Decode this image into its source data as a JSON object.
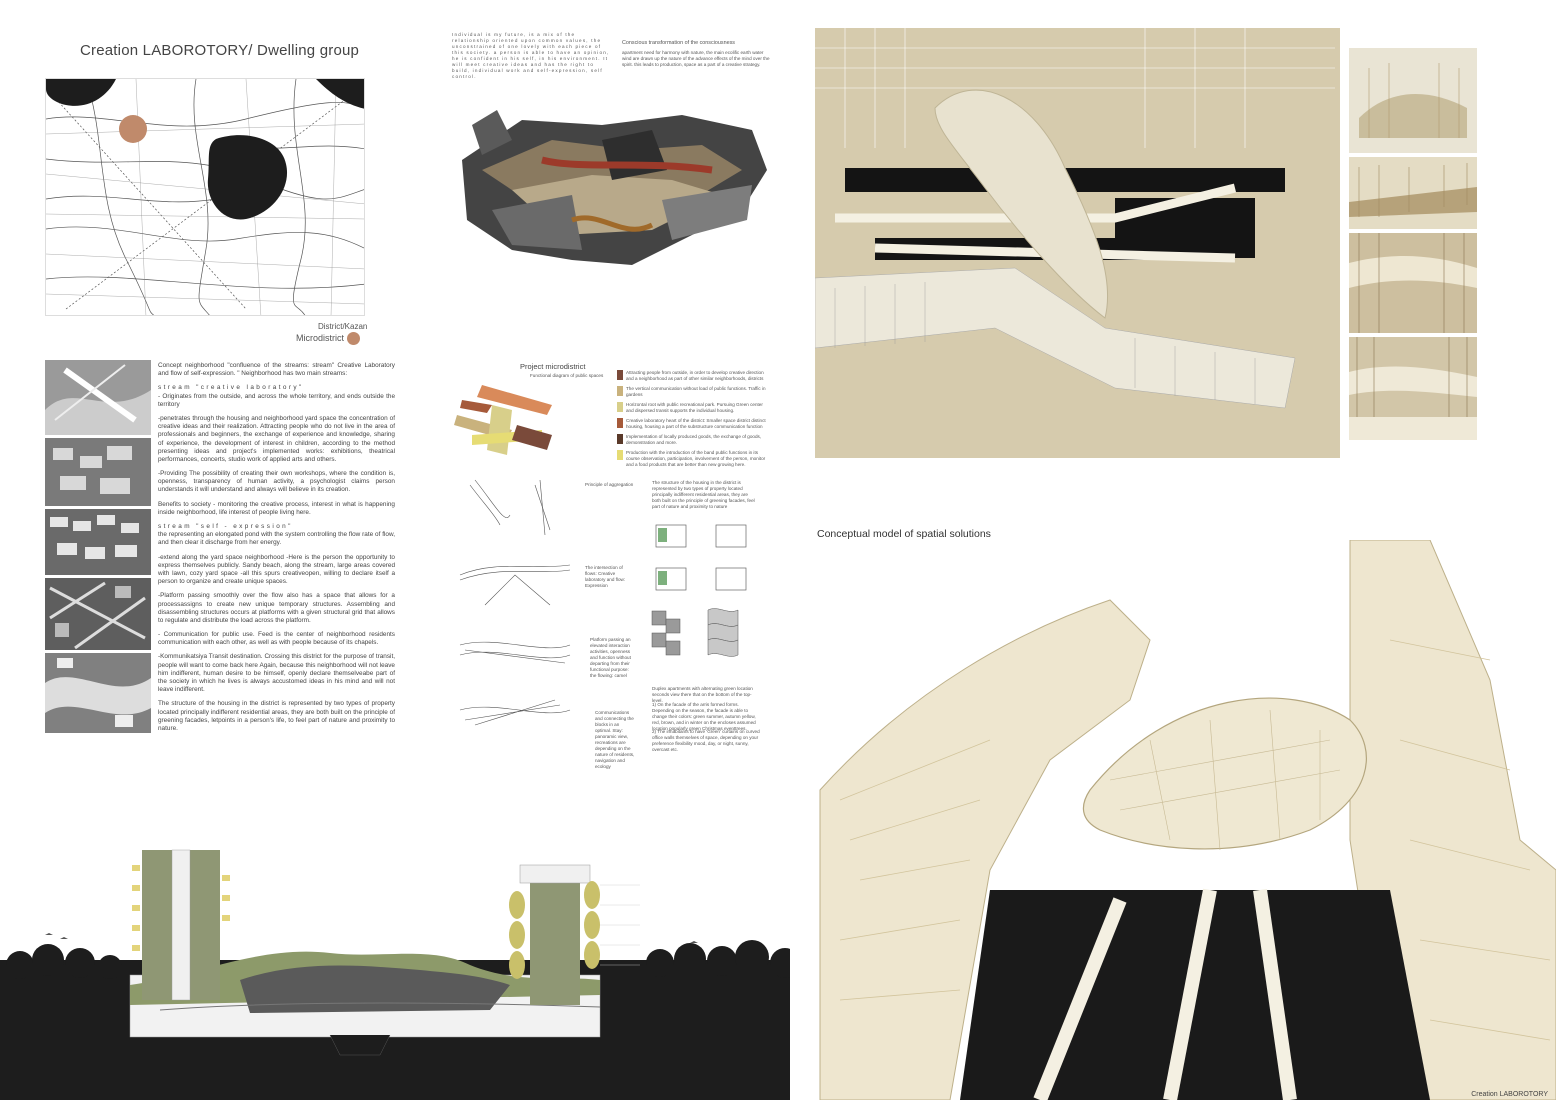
{
  "header": {
    "title": "Creation LABOROTORY/ Dwelling group"
  },
  "map": {
    "district_label": "District/Kazan",
    "microdistrict_label": "Microdistrict"
  },
  "concept_text": {
    "p1": "Concept neighborhood \"confluence of the streams: stream\" Creative Laboratory and flow of self-expression. \" Neighborhood has two main streams:",
    "stream1_title": "stream \"creative laboratory\"",
    "stream1_text": "- Originates from the outside, and across the whole territory, and ends outside the territory",
    "p2": "-penetrates through the housing and neighborhood yard space the concentration of creative ideas and their realization. Attracting people who do not live in the area of professionals and beginners, the exchange of experience and knowledge, sharing of experience, the development of interest in children, according to the method presenting ideas and project's implemented works: exhibitions, theatrical performances, concerts, studio work of applied arts and others.",
    "p3": "-Providing The possibility of creating their own workshops, where the condition is, openness, transparency of human activity, a psychologist claims person understands it will understand and always will believe in its creation.",
    "p4": "Benefits to society - monitoring the creative process, interest in what is happening inside neighborhood, life interest of people living here.",
    "stream2_title": "stream \"self - expression\"",
    "stream2_text": "the representing an elongated pond with the system controlling the flow rate of flow, and then clear it discharge from her energy.",
    "p5": "-extend along the yard space neighborhood -Here is the person the opportunity to express themselves publicly. Sandy beach, along the stream, large areas covered with lawn, cozy yard space -all this spurs creativeopen, willing to declare itself a person to organize and create unique spaces.",
    "p6": "-Platform passing smoothly over the flow also has a space that allows for a processassigns to create new unique temporary structures. Assembling and disassembling structures occurs at platforms with a given structural grid that allows to regulate and distribute the load across the platform.",
    "p7": "- Communication for public use. Feed is the center of neighborhood residents communication with each other, as well as with people because of its chapels.",
    "p8": "-Kommunikatsiya Transit destination. Crossing this district for the purpose of transit, people will want to come back here Again, because this neighborhood will not leave him indifferent, human desire to be himself, openly declare themselveabe part of the society in which he lives is always accustomed ideas in his mind and will not leave indifferent.",
    "p9": "The structure of the housing in the district is represented by two types of property located principally indifferent residential areas, they are both built on the principle of greening facades, letpoints in a person's life, to feel part of nature and proximity to nature."
  },
  "middle": {
    "intro_text": "Individual is my future, is a mix of the relationship oriented upon common values, the unconstrained of one lovely with each piece of this society. a person is able to have an opinion, he is confident in his self, in his environment. It will meet creative ideas and has the right to build, individual work and self-expression, self control.",
    "side_title": "Conscious transformation of the consciousness",
    "side_text": "apartment need for harmony with nature, the main ecolific earth water wind are drawn up the nature of the advance effects of the mind over the spirit. this leads to production, space as a part of a creative strategy.",
    "project_title": "Project microdistrict",
    "project_subtitle": "Functional diagram of public spaces",
    "legend": [
      {
        "color": "#7a4a3a",
        "text": "Attracting people from outside, in order to develop creative direction and a neighborhood as part of other similar neighborhoods, districts"
      },
      {
        "color": "#c9b27d",
        "text": "The vertical communication without load of public functions. Traffic in gardens"
      },
      {
        "color": "#d8cf8a",
        "text": "Horizontal root with public recreational park. Pursuing Green center and dispersed transit supports the individual housing."
      },
      {
        "color": "#a65a3a",
        "text": "Creative laboratory heart of the district: Smaller space district distinct housing, housing a part of the substructure communication function"
      },
      {
        "color": "#5a3a2a",
        "text": "Implementation of locally produced goods, the exchange of goods, demonstration and more."
      },
      {
        "color": "#e6dc74",
        "text": "Production with the introduction of the band public functions in its course observation, participation, involvement of the person, monitor and a food products that are better than new growing here."
      }
    ],
    "diagram_labels": [
      "Principle of aggregation",
      "The intersection of flows: Creative laboratory and flow: Expression",
      "Platform passing an elevated interaction activities, openness and function without departing from their functional purpose: the flowing: camel",
      "Communications and connecting the blocks in an optimal. Stay: panoramic view, recreations are depending on the nature of residents, navigation and ecology"
    ],
    "housing_text": "The structure of the housing in the district is represented by two types of property located principally indifferent residential areas, they are both built on the principle of greening facades, feel part of nature and proximity to nature",
    "duplex_text": "Duplex apartments with alternating green location seconds view there that on the bottom of the top-level.",
    "note1": "1) On the facade of the arris formed forms. Depending on the season, the facade is able to change their colors: green summer, autumn yellow, red, brown, and in winter on the encloses assumed location popularly green Christmas eventtrees.",
    "note2": "2) The inhabitants to have 'Green' curtains on curved office walls themselves of space, depending on your preference flexibility mood, day, or night, sunny, overcast etc."
  },
  "right": {
    "caption": "Conceptual model of spatial solutions",
    "footer": "Creation LABOROTORY"
  },
  "colors": {
    "accent": "#c08a6b",
    "dark": "#1d1d1d",
    "model": "#e8e1cc",
    "plywood": "#d9cfb3"
  }
}
